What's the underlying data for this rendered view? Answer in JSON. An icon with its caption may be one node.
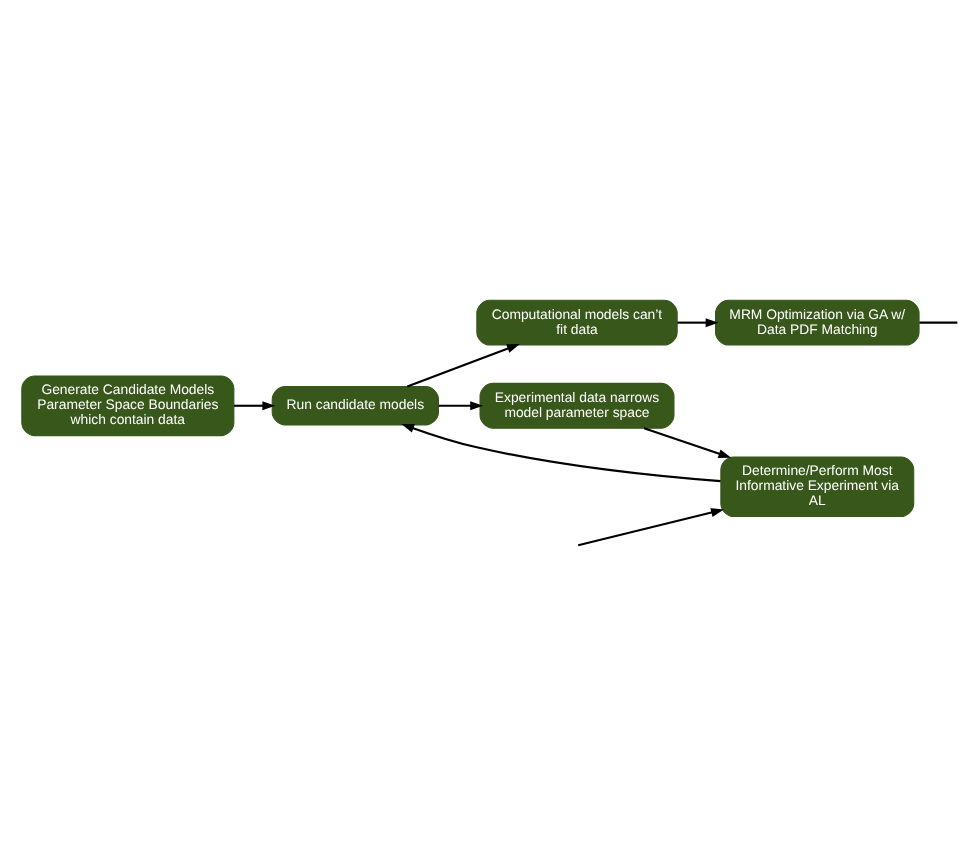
{
  "diagram": {
    "nodes": [
      {
        "text": [
          "Generate Candidate Models Parameter Space Boundaries which contain data"
        ]
      },
      {
        "text": [
          "Run candidate models"
        ]
      },
      {
        "text": [
          "Computational models can’t fit data"
        ]
      },
      {
        "text": [
          "MRM Optimization via GA w/ Data PDF Matching"
        ]
      },
      {
        "text": [
          "Experimental data narrows model parameter space"
        ]
      },
      {
        "text": [
          "Determine/Perform Most Informative Experiment via AL"
        ]
      }
    ],
    "edges": [
      {
        "from": 0,
        "to": 1,
        "arrow": "to"
      },
      {
        "from": 1,
        "to": 2,
        "arrow": "to"
      },
      {
        "from": 1,
        "to": 4,
        "arrow": "to"
      },
      {
        "from": 2,
        "to": 3,
        "arrow": "to"
      },
      {
        "from": 3,
        "to": null,
        "arrow": "none"
      },
      {
        "from": 4,
        "to": 5,
        "arrow": "to"
      },
      {
        "from": 5,
        "to": 1,
        "arrow": "to"
      },
      {
        "from": null,
        "to": 5,
        "arrow": "to"
      }
    ]
  }
}
